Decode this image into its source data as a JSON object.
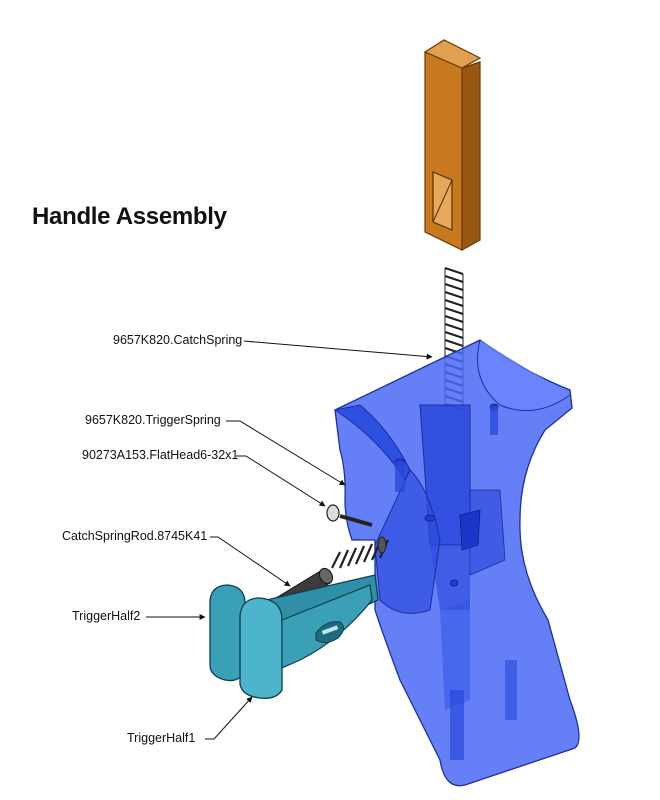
{
  "title": "Handle Assembly",
  "labels": {
    "catch_spring": "9657K820.CatchSpring",
    "trigger_spring": "9657K820.TriggerSpring",
    "flat_head": "90273A153.FlatHead6-32x1",
    "catch_rod": "CatchSpringRod.8745K41",
    "trigger_half2": "TriggerHalf2",
    "trigger_half1": "TriggerHalf1"
  },
  "colors": {
    "catch_body": "#c8781e",
    "handle_body": "#3a5cf0",
    "trigger": "#3aa0b8",
    "rod": "#3c3c3c",
    "spring": "#222222",
    "leader": "#111111"
  }
}
